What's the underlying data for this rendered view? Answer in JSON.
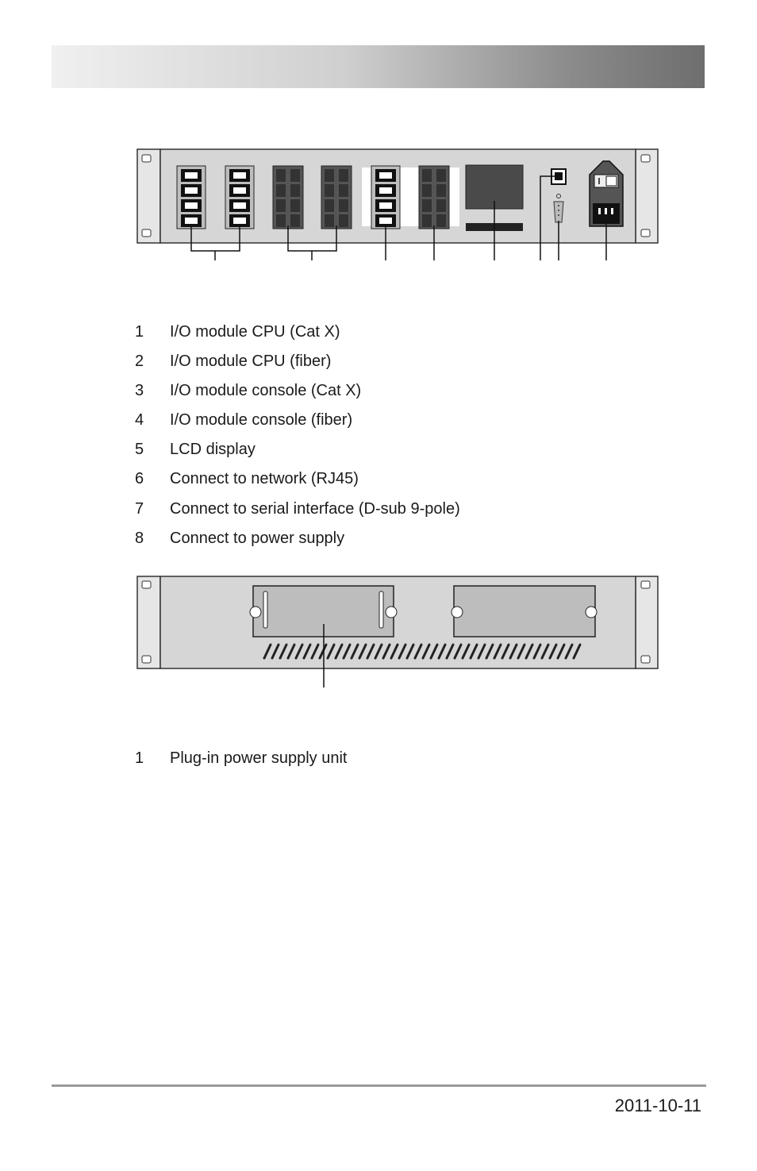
{
  "legend_front": [
    {
      "num": "1",
      "text": "I/O module CPU (Cat X)"
    },
    {
      "num": "2",
      "text": "I/O module CPU (fiber)"
    },
    {
      "num": "3",
      "text": "I/O module console (Cat X)"
    },
    {
      "num": "4",
      "text": "I/O module console (fiber)"
    },
    {
      "num": "5",
      "text": "LCD display"
    },
    {
      "num": "6",
      "text": "Connect to network (RJ45)"
    },
    {
      "num": "7",
      "text": "Connect to serial interface (D-sub 9-pole)"
    },
    {
      "num": "8",
      "text": "Connect to power supply"
    }
  ],
  "legend_rear": [
    {
      "num": "1",
      "text": "Plug-in power supply unit"
    }
  ],
  "footer": {
    "date": "2011-10-11"
  },
  "colors": {
    "panel": "#d6d6d6",
    "module": "#bdbdbd",
    "lcd": "#4a4a4a",
    "footer_line": "#9a9a9a"
  }
}
